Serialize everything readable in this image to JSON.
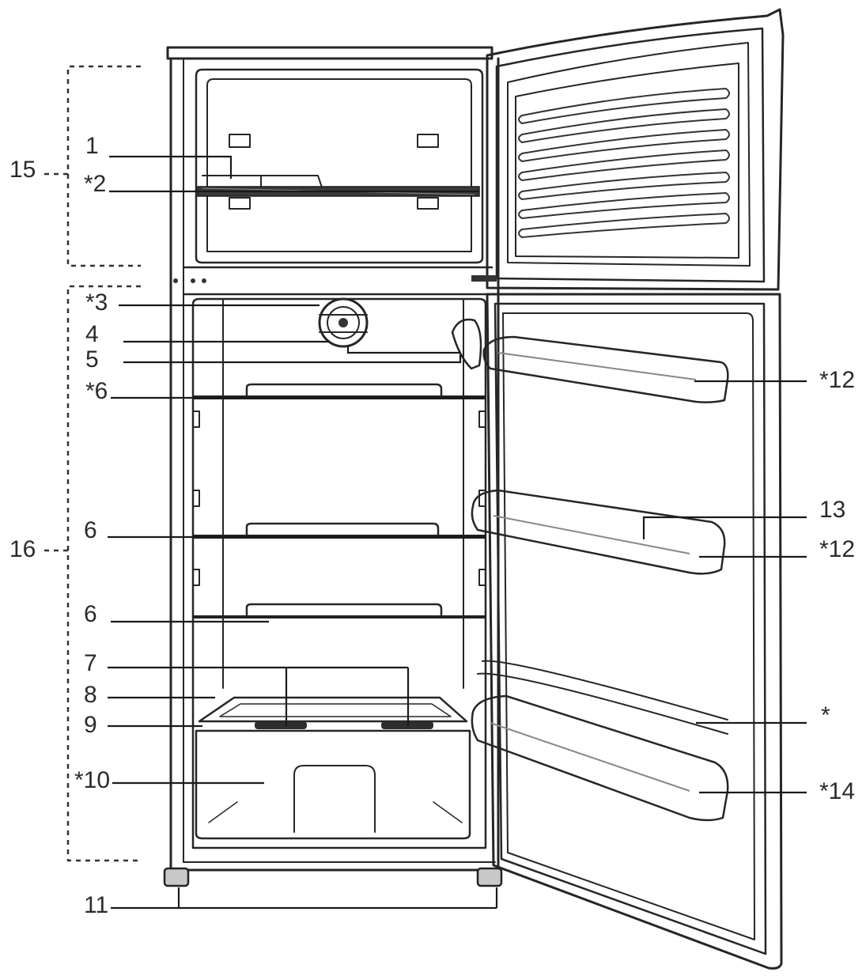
{
  "labels": {
    "l1": "1",
    "l2": "*2",
    "l3": "*3",
    "l4": "4",
    "l5": "5",
    "l6a": "*6",
    "l6b": "6",
    "l6c": "6",
    "l7": "7",
    "l8": "8",
    "l9": "9",
    "l10": "*10",
    "l11": "11",
    "l12a": "*12",
    "l12b": "*12",
    "l13": "13",
    "lstar": "*",
    "l14": "*14",
    "l15": "15",
    "l16": "16"
  }
}
